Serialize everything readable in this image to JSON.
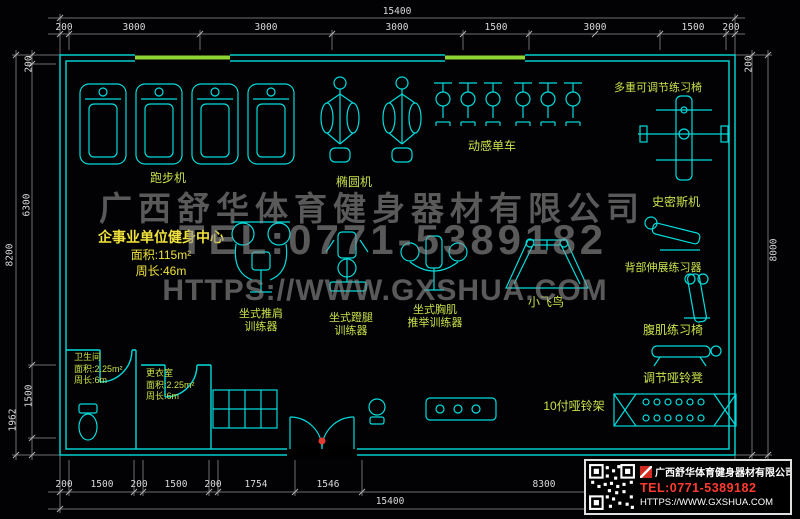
{
  "colors": {
    "background": "#020204",
    "wall_cyan": "#00dcdc",
    "label_green": "#c8e24a",
    "info_yellow": "#f0e13c",
    "dimension_gray": "#d9d9d9",
    "window_green": "#8fd435",
    "watermark_gray": "#8f8f8f",
    "accent_red": "#e03c32"
  },
  "plan": {
    "center_title": "企事业单位健身中心",
    "center_area": "面积:115m²",
    "center_perimeter": "周长:46m",
    "labels": {
      "treadmill": "跑步机",
      "elliptical": "椭圆机",
      "spin_bike": "动感单车",
      "adjustable_bench": "多重可调节练习椅",
      "smith_machine": "史密斯机",
      "back_extension": "背部伸展练习器",
      "ab_bench": "腹肌练习椅",
      "dumbbell_bench": "调节哑铃凳",
      "cable_fly": "小飞鸟",
      "shoulder_press_line1": "坐式推肩",
      "shoulder_press_line2": "训练器",
      "leg_press_line1": "坐式蹬腿",
      "leg_press_line2": "训练器",
      "chest_press_line1": "坐式胸肌",
      "chest_press_line2": "推举训练器",
      "dumbbell_rack": "10付哑铃架"
    },
    "rooms": {
      "toilet_name": "卫生间",
      "toilet_area": "面积:2.25m²",
      "toilet_perimeter": "周长:6m",
      "locker_name": "更衣室",
      "locker_area": "面积:2.25m²",
      "locker_perimeter": "周长:6m"
    }
  },
  "dimensions": {
    "top_total": "15400",
    "top_segments": [
      "200",
      "3000",
      "3000",
      "3000",
      "1500",
      "3000",
      "1500",
      "200"
    ],
    "bottom_segments": [
      "200",
      "1500",
      "200",
      "1500",
      "200",
      "1754",
      "1546",
      "8300"
    ],
    "bottom_total": "15400",
    "left_outer": "8200",
    "left_segments": [
      "200",
      "6300",
      "1500",
      "1962"
    ],
    "right_outer": "8000",
    "right_top": "200"
  },
  "watermark": {
    "line1": "广西舒华体育健身器材有限公司",
    "line2": "TEL:0771-5389182",
    "line3": "HTTPS://WWW.GXSHUA.COM"
  },
  "title_block": {
    "company": "广西舒华体育健身器材有限公司",
    "tel": "TEL:0771-5389182",
    "website": "HTTPS://WWW.GXSHUA.COM"
  }
}
